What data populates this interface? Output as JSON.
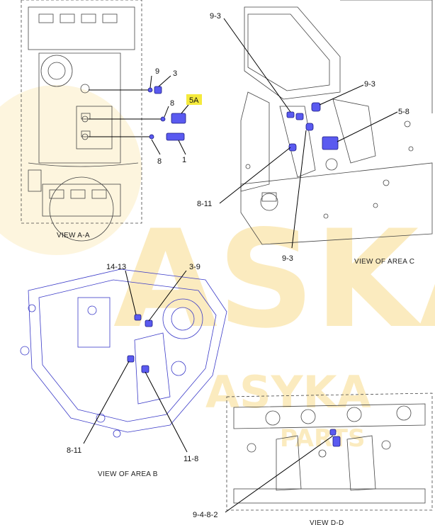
{
  "views": {
    "view_a_a": "VIEW A-A",
    "area_c": "VIEW OF AREA C",
    "area_b": "VIEW OF AREA B",
    "view_d_d": "VIEW D-D"
  },
  "callouts": {
    "a_9": "9",
    "a_3": "3",
    "a_5a": "5A",
    "a_8_top": "8",
    "a_8_bottom": "8",
    "a_1": "1",
    "c_9_3_top": "9-3",
    "c_9_3_right": "9-3",
    "c_5_8": "5-8",
    "c_8_11": "8-11",
    "c_9_3_bottom": "9-3",
    "b_14_13": "14-13",
    "b_3_9": "3-9",
    "b_8_11": "8-11",
    "b_11_8": "11-8",
    "d_9_4_8_2": "9-4-8-2"
  },
  "watermark": {
    "big": "ASKA",
    "brand": "ASYKA",
    "sub": "PARTS"
  },
  "colors": {
    "highlight": "#f5ea3c",
    "engine_blue": "#3a3ac8",
    "part_blue": "#5a5af0",
    "watermark": "#f5c84a"
  }
}
